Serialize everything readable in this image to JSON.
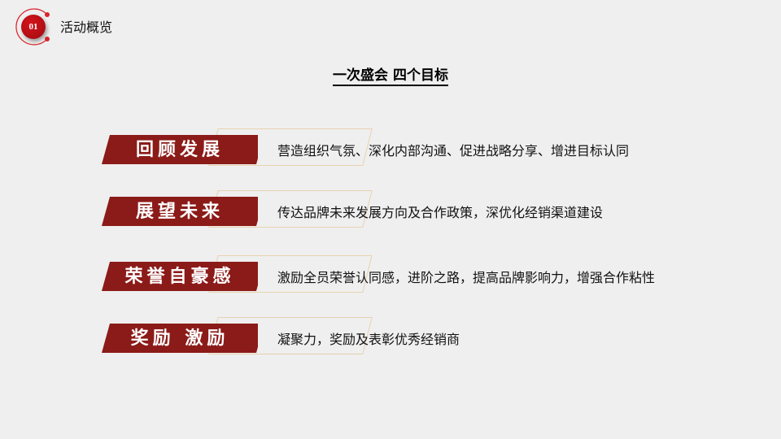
{
  "header": {
    "section_number": "01",
    "section_title": "活动概览"
  },
  "main": {
    "title": "一次盛会 四个目标",
    "goals": [
      {
        "label": "回顾发展",
        "description": "营造组织气氛、深化内部沟通、促进战略分享、增进目标认同"
      },
      {
        "label": "展望未来",
        "description": "传达品牌未来发展方向及合作政策，深优化经销渠道建设"
      },
      {
        "label": "荣誉自豪感",
        "description": "激励全员荣誉认同感，进阶之路，提高品牌影响力，增强合作粘性"
      },
      {
        "label": "奖励 激励",
        "description": "凝聚力，奖励及表彰优秀经销商"
      }
    ]
  },
  "colors": {
    "accent": "#8b1b18",
    "badge": "#c0121a",
    "outline": "#e7d2b0",
    "background": "#efefef"
  }
}
